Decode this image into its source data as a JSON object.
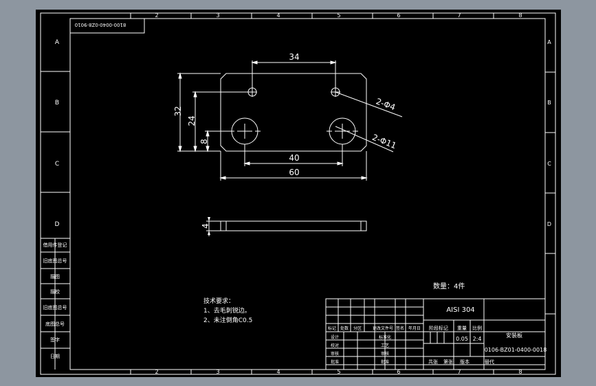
{
  "drawing_number_rotated": "8100-0040-0Z8-9010",
  "zone_letters": [
    "A",
    "B",
    "C",
    "D"
  ],
  "zone_numbers": [
    "2",
    "3",
    "4",
    "5",
    "6",
    "7",
    "8"
  ],
  "dimensions": {
    "hole_spacing_small": "34",
    "height_total": "32",
    "height_mid": "24",
    "height_low": "8",
    "hole_spacing_large": "40",
    "width_total": "60",
    "thickness": "4",
    "small_hole_callout": "2-Φ4",
    "large_hole_callout": "2-Φ11"
  },
  "notes": {
    "quantity": "数量：4件",
    "tech_title": "技术要求：",
    "tech_line1": "1、去毛刺锐边。",
    "tech_line2": "2、未注倒角C0.5"
  },
  "left_strip_labels": [
    "借用件登记",
    "旧底图总号",
    "描图",
    "描校",
    "旧底图总号",
    "底图总号",
    "签字",
    "日期"
  ],
  "title_block": {
    "material": "AISI 304",
    "stage_mark_label": "阶段标记",
    "weight_label": "重量",
    "scale_label": "比例",
    "weight_value": "0.05",
    "scale_value": "2:4",
    "part_name": "安装板",
    "drawing_number": "0106-BZ01-0400-0018",
    "sheet_label": "共张",
    "sheet_of_label": "第张",
    "version_label": "版本",
    "replaces_label": "替代",
    "sign_labels": [
      "标记",
      "处数",
      "分区",
      "更改文件号",
      "签名",
      "年月日"
    ],
    "role_labels": [
      "设计",
      "校对",
      "审核",
      "批准"
    ],
    "process_labels": [
      "标准化",
      "工艺",
      "审核",
      "批准"
    ]
  },
  "colors": {
    "outer_background": "#8d96a0",
    "paper": "#000000",
    "lines": "#ffffff"
  }
}
